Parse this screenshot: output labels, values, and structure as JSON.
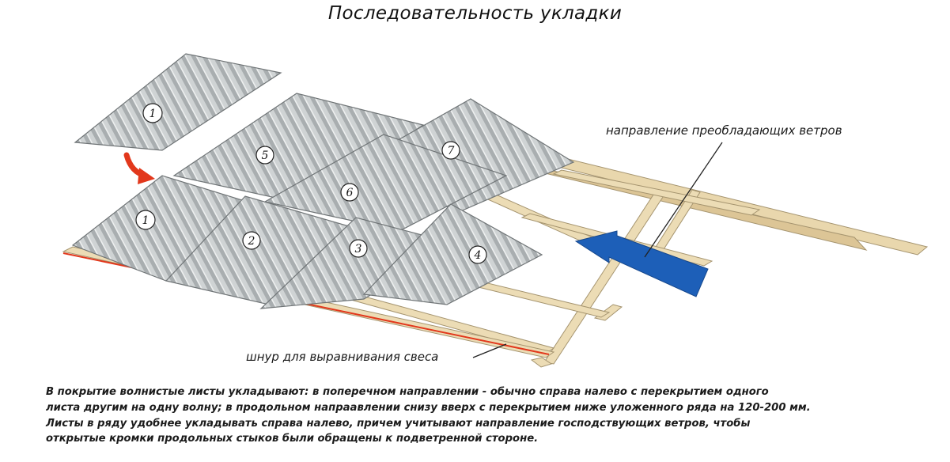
{
  "title": "Последовательность укладки",
  "labels": {
    "wind": "направление преобладающих ветров",
    "cord": "шнур для выравнивания свеса"
  },
  "sheets": [
    "1",
    "5",
    "7",
    "1",
    "2",
    "6",
    "3",
    "4"
  ],
  "caption": [
    "В покрытие волнистые листы укладывают: в поперечном направлении - обычно справа налево с перекрытием одного",
    "листа другим на одну волну; в продольном напраавлении снизу вверх с перекрытием ниже уложенного ряда на 120-200 мм.",
    "Листы в ряду удобнее укладывать справа налево, причем учитывают направление господствующих ветров, чтобы",
    "открытые кромки продольных стыков были обращены к подветренной стороне."
  ],
  "colors": {
    "sheet": "#c9cdce",
    "sheet_edge": "#6f7476",
    "batten": "#e9d7ad",
    "arrow_red": "#e2381c",
    "wind_arrow": "#1d5fb8"
  }
}
